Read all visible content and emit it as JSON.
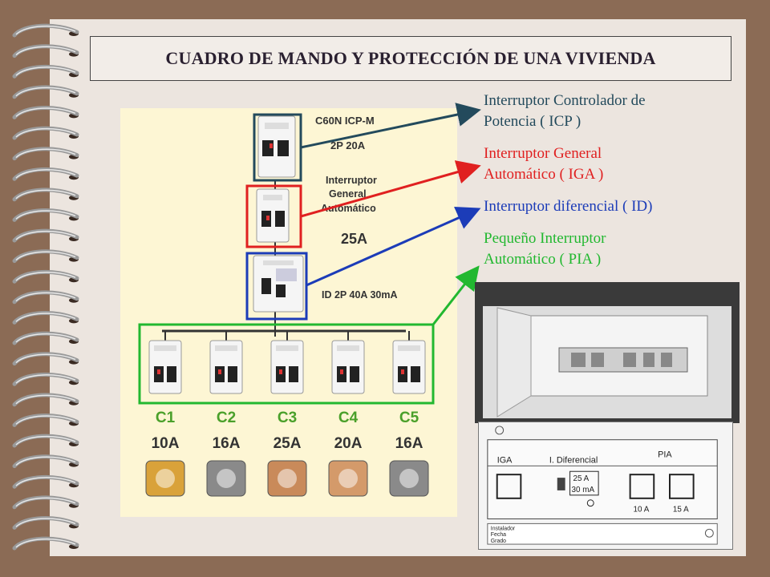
{
  "title": "CUADRO DE MANDO Y PROTECCIÓN DE UNA VIVIENDA",
  "diagram": {
    "icp_label_line1": "C60N ICP-M",
    "icp_label_line2": "2P 20A",
    "iga_label_line1": "Interruptor",
    "iga_label_line2": "General",
    "iga_label_line3": "Automático",
    "iga_rating": "25A",
    "id_label": "ID 2P 40A 30mA",
    "circuits": [
      {
        "name": "C1",
        "amps": "10A"
      },
      {
        "name": "C2",
        "amps": "16A"
      },
      {
        "name": "C3",
        "amps": "25A"
      },
      {
        "name": "C4",
        "amps": "20A"
      },
      {
        "name": "C5",
        "amps": "16A"
      }
    ]
  },
  "legend": {
    "icp": [
      "Interruptor Controlador de",
      "Potencia ( ICP )"
    ],
    "iga": [
      "Interruptor General",
      "Automático ( IGA )"
    ],
    "id": [
      "Interruptor diferencial ( ID)"
    ],
    "pia": [
      "Pequeño Interruptor",
      "Automático ( PIA )"
    ]
  },
  "scheme": {
    "iga": "IGA",
    "diferencial": "I. Diferencial",
    "pia": "PIA",
    "diff_rating_1": "25 A",
    "diff_rating_2": "30 mA",
    "pia_rating_1": "10 A",
    "pia_rating_2": "15 A",
    "footer_1": "Instalador",
    "footer_2": "Fecha",
    "footer_3": "Grado"
  },
  "colors": {
    "icp": "#234a5c",
    "iga": "#e02020",
    "id": "#1c3cb8",
    "pia": "#22b830",
    "circuit_label": "#4aa02a"
  }
}
